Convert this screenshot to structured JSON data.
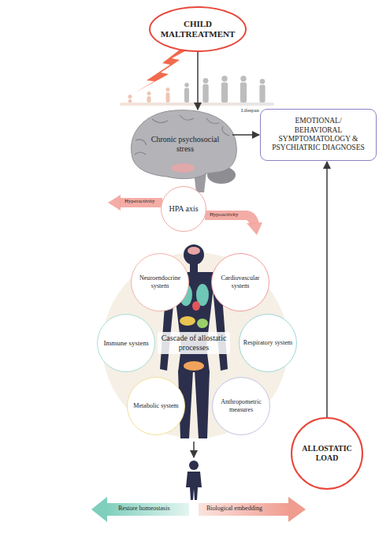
{
  "diagram": {
    "nodes": [
      {
        "text": [
          "CHILD MALTREATMENT"
        ]
      },
      {
        "text": [
          "Chronic psychosocial stress"
        ]
      },
      {
        "text": [
          "EMOTIONAL/ BEHAVIORAL SYMPTOMATOLOGY & PSYCHIATRIC DIAGNOSES"
        ]
      },
      {
        "text": [
          "HPA axis"
        ]
      },
      {
        "text": [
          "Cascade of allostatic processes"
        ]
      },
      {
        "text": [
          "Neuroendocrine system"
        ]
      },
      {
        "text": [
          "Cardiovascular system"
        ]
      },
      {
        "text": [
          "Immune system"
        ]
      },
      {
        "text": [
          "Respiratory system"
        ]
      },
      {
        "text": [
          "Metabolic system"
        ]
      },
      {
        "text": [
          "Anthropometric measures"
        ]
      },
      {
        "text": [
          "ALLOSTATIC LOAD"
        ]
      }
    ],
    "edges": [
      {
        "from": 0,
        "to": 1,
        "arrow": "to"
      },
      {
        "from": 1,
        "to": 2,
        "arrow": "to"
      },
      {
        "from": 11,
        "to": 2,
        "arrow": "to"
      }
    ],
    "labels": [
      "Lifespan",
      "Hyperactivity",
      "Hypoactivity",
      "Restore homeostasis",
      "Biological embedding"
    ]
  }
}
